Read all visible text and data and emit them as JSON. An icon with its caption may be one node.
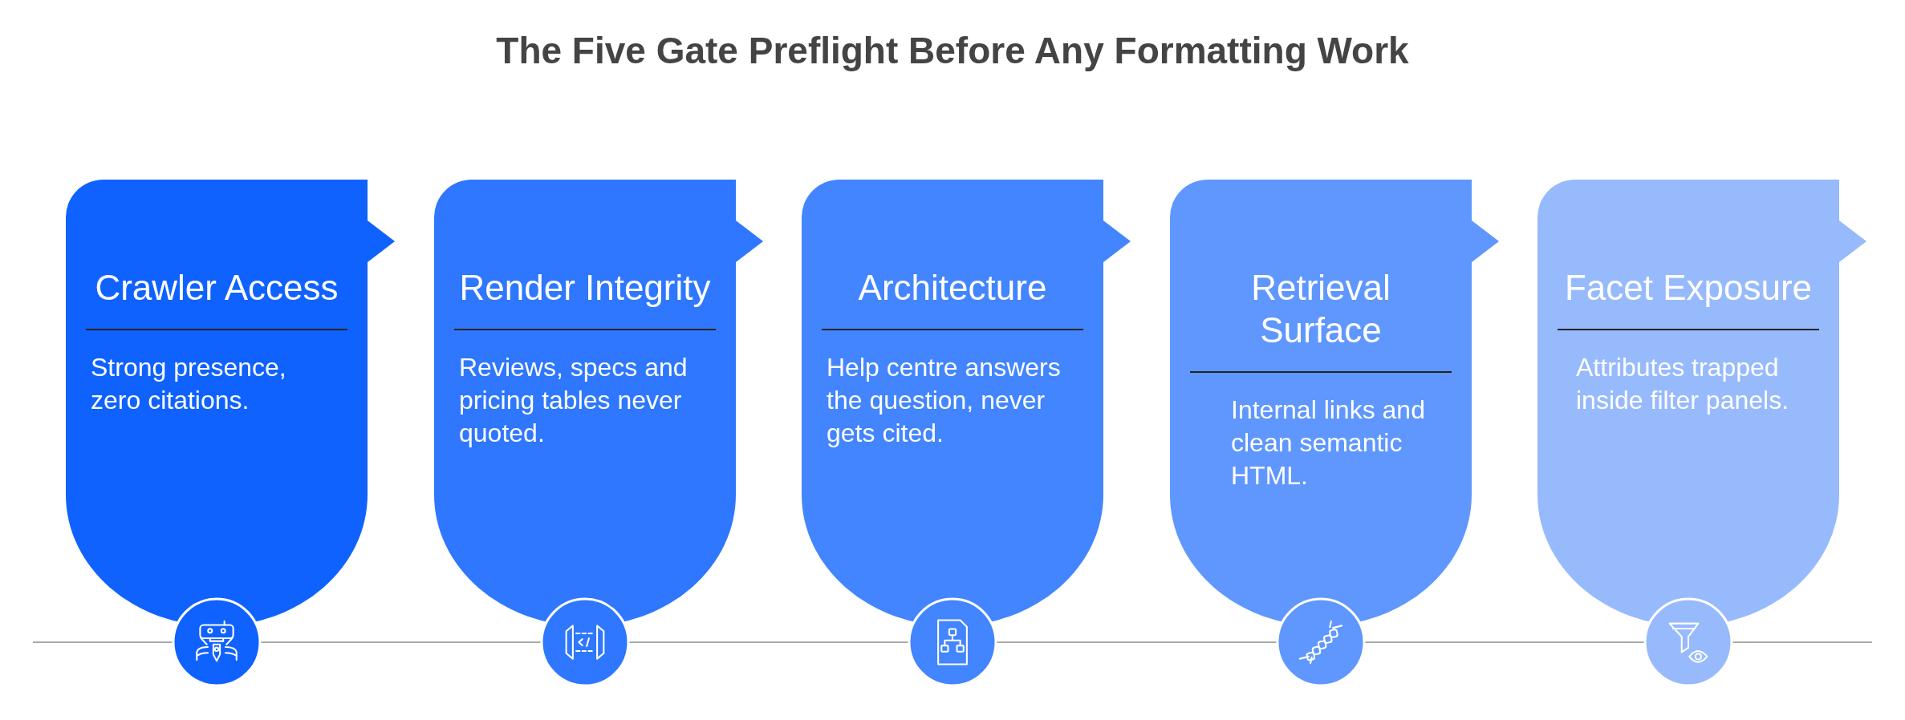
{
  "diagram": {
    "title": "The Five Gate Preflight Before Any Formatting Work",
    "nodes": [
      {
        "text": [
          "Crawler Access",
          "Strong presence, zero citations."
        ]
      },
      {
        "text": [
          "Render Integrity",
          "Reviews, specs and pricing tables never quoted."
        ]
      },
      {
        "text": [
          "Architecture",
          "Help centre answers the question, never gets cited."
        ]
      },
      {
        "text": [
          "Retrieval Surface",
          "Internal links and clean semantic HTML."
        ]
      },
      {
        "text": [
          "Facet Exposure",
          "Attributes trapped inside filter panels."
        ]
      }
    ]
  }
}
